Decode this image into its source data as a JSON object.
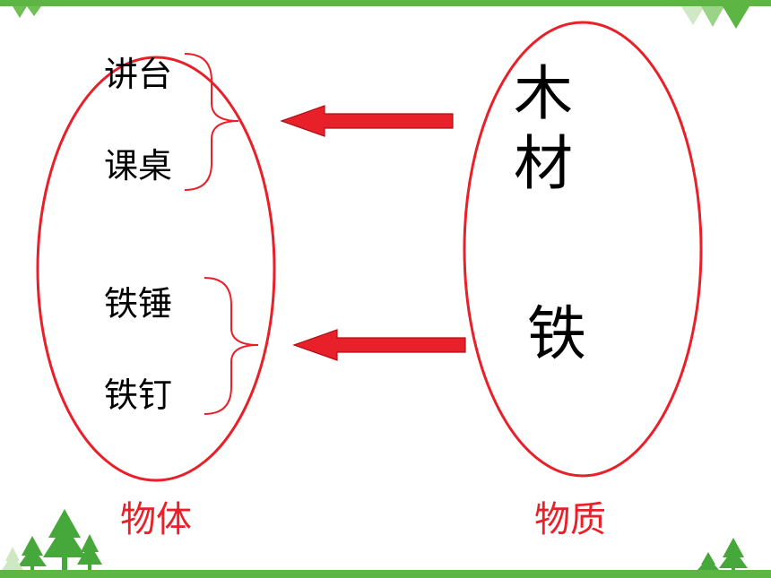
{
  "colors": {
    "accent_red": "#e8202a",
    "frame_green": "#5db544",
    "tree_green": "#46a83a",
    "text": "#000000"
  },
  "left_group": {
    "group_a": [
      "讲台",
      "课桌"
    ],
    "group_b": [
      "铁锤",
      "铁钉"
    ],
    "caption": "物体"
  },
  "right_group": {
    "material_1": "木材",
    "material_2": "铁",
    "caption": "物质"
  },
  "decorations": {
    "top_border_icon": "triangle-garland-icon",
    "corner_icon": "pine-tree-icon"
  }
}
